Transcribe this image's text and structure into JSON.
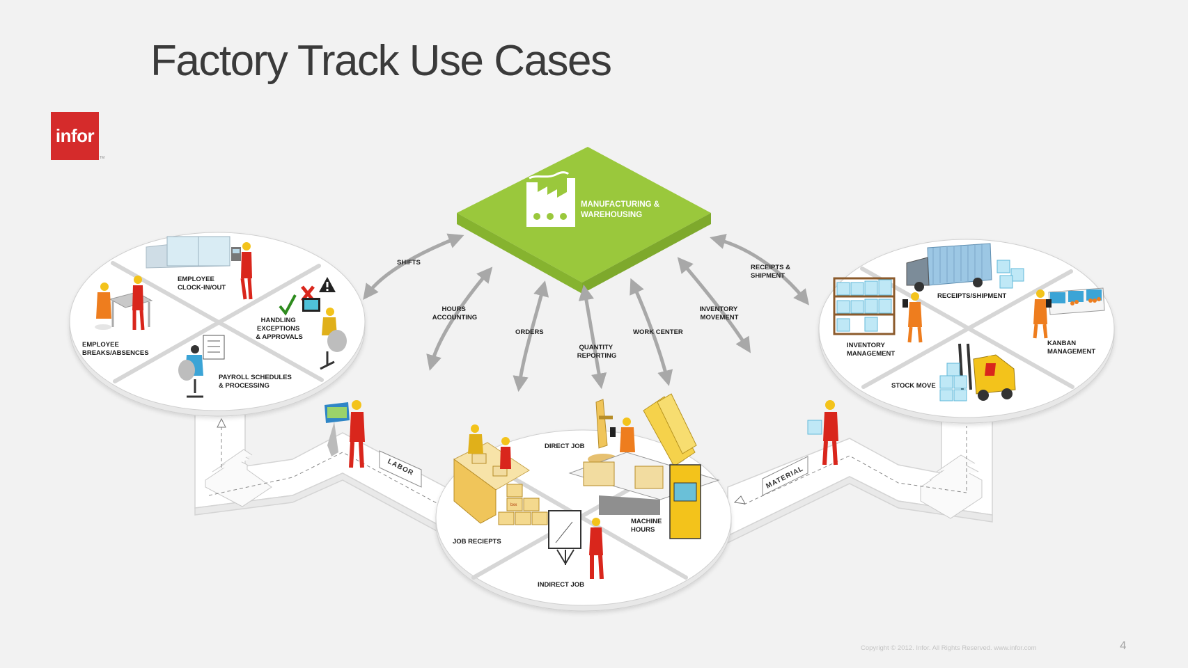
{
  "slide": {
    "title": "Factory Track Use Cases",
    "logo_text": "infor",
    "logo_tm": "TM",
    "footer": "Copyright © 2012. Infor. All Rights Reserved. www.infor.com",
    "page_number": "4"
  },
  "colors": {
    "hub_green": "#9ac83c",
    "hub_green_dark": "#7ea92c",
    "logo_red": "#d52b2b",
    "worker_red": "#d9261c",
    "worker_orange": "#ee7d1e",
    "helmet_yellow": "#f3c31b",
    "arrow_gray": "#a8a8a8"
  },
  "hub": {
    "line1": "MANUFACTURING &",
    "line2": "WAREHOUSING",
    "icon": "factory-icon"
  },
  "arrows": [
    {
      "id": "shifts",
      "lines": [
        "SHIFTS"
      ]
    },
    {
      "id": "hours-accounting",
      "lines": [
        "HOURS",
        "ACCOUNTING"
      ]
    },
    {
      "id": "orders",
      "lines": [
        "ORDERS"
      ]
    },
    {
      "id": "quantity-reporting",
      "lines": [
        "QUANTITY",
        "REPORTING"
      ]
    },
    {
      "id": "work-center",
      "lines": [
        "WORK CENTER"
      ]
    },
    {
      "id": "inventory-movement",
      "lines": [
        "INVENTORY",
        "MOVEMENT"
      ]
    },
    {
      "id": "receipts-shipment",
      "lines": [
        "RECEIPTS &",
        "SHIPMENT"
      ]
    }
  ],
  "labor_circle": {
    "segments": [
      {
        "id": "employee-clock",
        "lines": [
          "EMPLOYEE",
          "CLOCK-IN/OUT"
        ]
      },
      {
        "id": "handling-exceptions",
        "lines": [
          "HANDLING",
          "EXCEPTIONS",
          "& APPROVALS"
        ]
      },
      {
        "id": "employee-breaks",
        "lines": [
          "EMPLOYEE",
          "BREAKS/ABSENCES"
        ]
      },
      {
        "id": "payroll",
        "lines": [
          "PAYROLL SCHEDULES",
          "& PROCESSING"
        ]
      }
    ]
  },
  "job_circle": {
    "segments": [
      {
        "id": "direct-job",
        "lines": [
          "DIRECT JOB"
        ]
      },
      {
        "id": "machine-hours",
        "lines": [
          "MACHINE",
          "HOURS"
        ]
      },
      {
        "id": "job-receipts",
        "lines": [
          "JOB RECIEPTS"
        ]
      },
      {
        "id": "indirect-job",
        "lines": [
          "INDIRECT JOB"
        ]
      }
    ]
  },
  "material_circle": {
    "segments": [
      {
        "id": "receipts-shipment-seg",
        "lines": [
          "RECEIPTS/SHIPMENT"
        ]
      },
      {
        "id": "inventory-management",
        "lines": [
          "INVENTORY",
          "MANAGEMENT"
        ]
      },
      {
        "id": "kanban-management",
        "lines": [
          "KANBAN",
          "MANAGEMENT"
        ]
      },
      {
        "id": "stock-move",
        "lines": [
          "STOCK MOVE"
        ]
      }
    ]
  },
  "paths": {
    "labor": "LABOR",
    "material": "MATERIAL"
  },
  "box_label": "bxx"
}
